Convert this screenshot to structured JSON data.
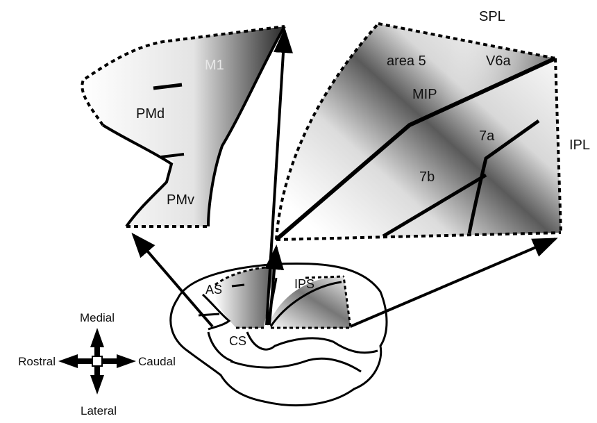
{
  "premotor": {
    "m1_label": "M1",
    "pmd_label": "PMd",
    "pmv_label": "PMv"
  },
  "parietal": {
    "spl_label": "SPL",
    "ipl_label": "IPL",
    "area5_label": "area 5",
    "v6a_label": "V6a",
    "mip_label": "MIP",
    "area7a_label": "7a",
    "area7b_label": "7b"
  },
  "brain": {
    "as_label": "AS",
    "cs_label": "CS",
    "ips_label": "IPS"
  },
  "compass": {
    "medial": "Medial",
    "lateral": "Lateral",
    "rostral": "Rostral",
    "caudal": "Caudal"
  }
}
